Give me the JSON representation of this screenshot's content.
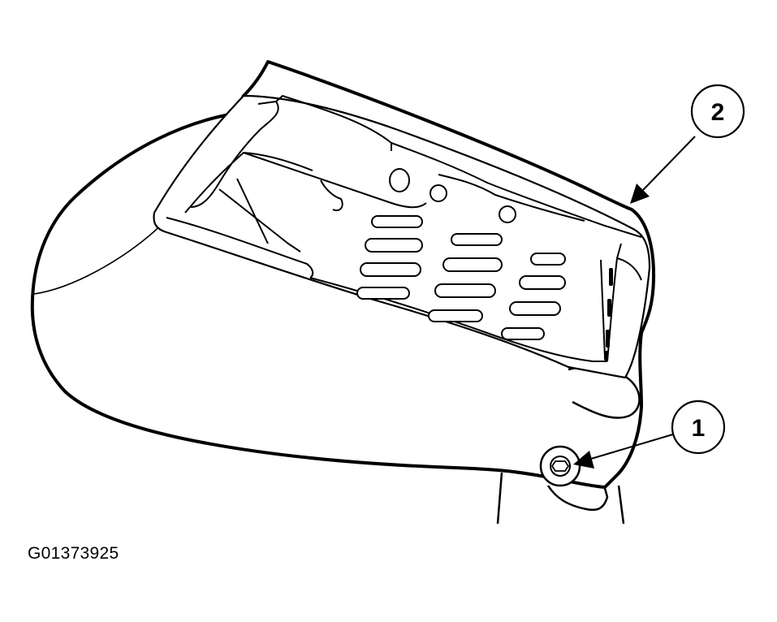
{
  "callouts": [
    {
      "number": "1",
      "target": "bolt"
    },
    {
      "number": "2",
      "target": "seat-cushion-frame"
    }
  ],
  "figure_id": "G01373925",
  "colors": {
    "stroke": "#000000",
    "background": "#ffffff"
  }
}
